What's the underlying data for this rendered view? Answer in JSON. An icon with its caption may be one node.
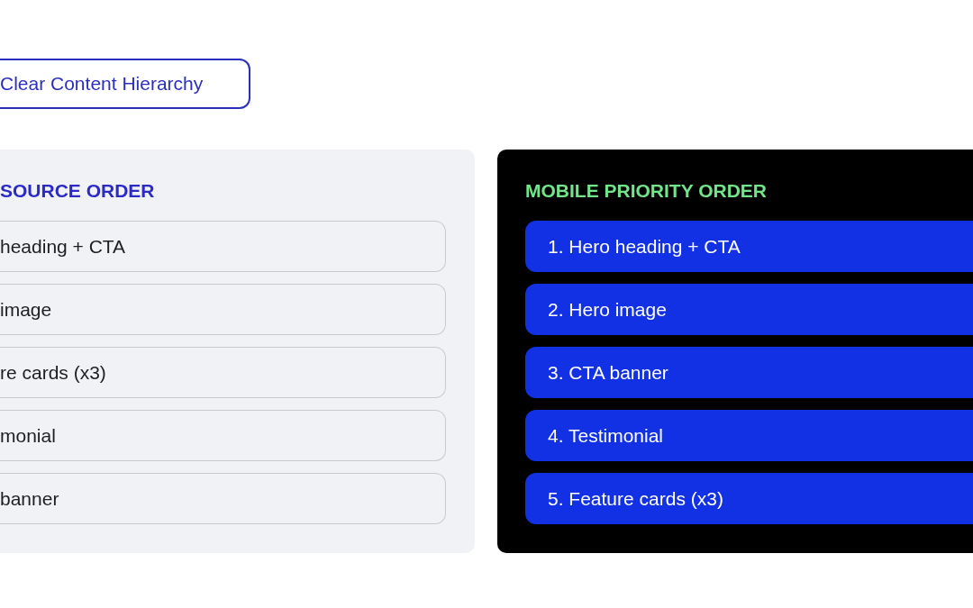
{
  "diagram": {
    "nodes": [
      {
        "text": [
          "Clear Content Hierarchy"
        ]
      },
      {
        "text": [
          "SOURCE ORDER"
        ]
      },
      {
        "text": [
          "heading + CTA"
        ],
        "in": 1
      },
      {
        "text": [
          "image"
        ],
        "in": 1
      },
      {
        "text": [
          "re cards (x3)"
        ],
        "in": 1
      },
      {
        "text": [
          "monial"
        ],
        "in": 1
      },
      {
        "text": [
          "banner"
        ],
        "in": 1
      },
      {
        "text": [
          "MOBILE PRIORITY ORDER"
        ]
      },
      {
        "text": [
          "1. Hero heading + CTA"
        ],
        "in": 7
      },
      {
        "text": [
          "2. Hero image"
        ],
        "in": 7
      },
      {
        "text": [
          "3. CTA banner"
        ],
        "in": 7
      },
      {
        "text": [
          "4. Testimonial"
        ],
        "in": 7
      },
      {
        "text": [
          "5. Feature cards (x3)"
        ],
        "in": 7
      }
    ]
  }
}
